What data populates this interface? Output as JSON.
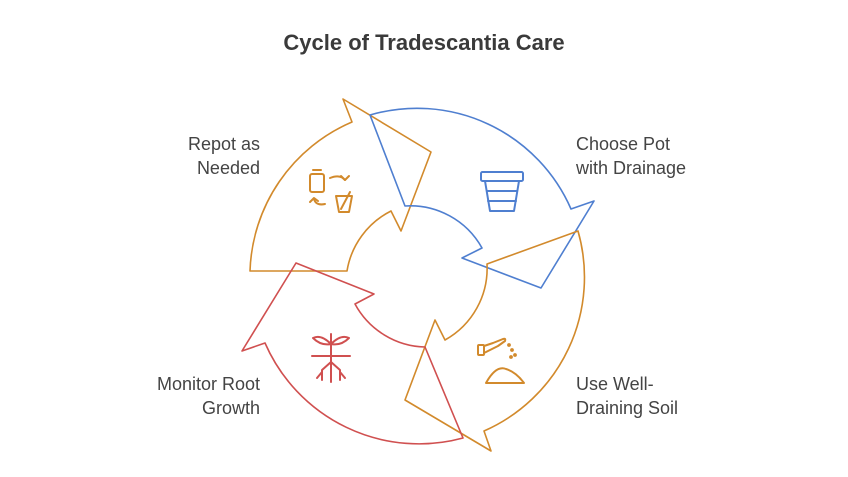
{
  "title": "Cycle of Tradescantia Care",
  "steps": [
    {
      "line1": "Choose Pot",
      "line2": "with Drainage",
      "color": "#4f7fd0",
      "icon": "pot-icon"
    },
    {
      "line1": "Use Well-",
      "line2": "Draining Soil",
      "color": "#d28a2c",
      "icon": "soil-icon"
    },
    {
      "line1": "Monitor Root",
      "line2": "Growth",
      "color": "#d05050",
      "icon": "roots-icon"
    },
    {
      "line1": "Repot as",
      "line2": "Needed",
      "color": "#d28a2c",
      "icon": "repot-icon"
    }
  ]
}
